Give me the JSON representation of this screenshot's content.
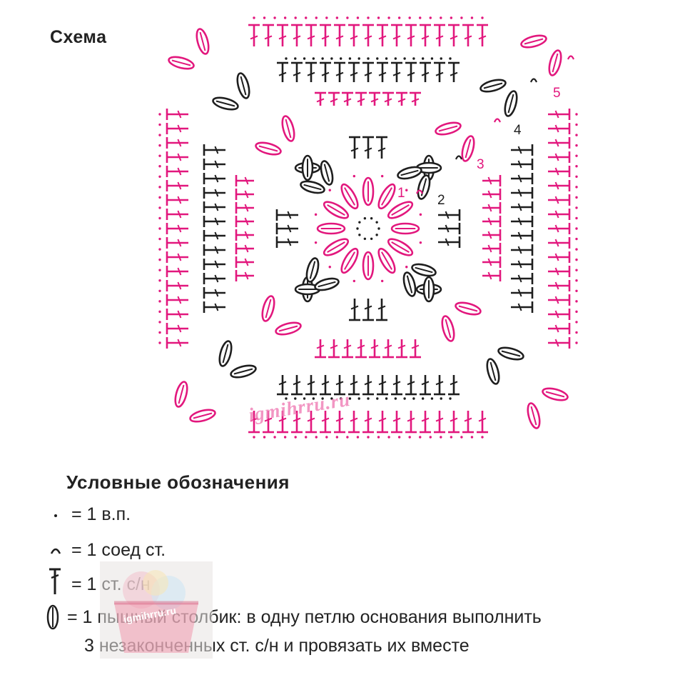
{
  "header": {
    "title": "Схема"
  },
  "diagram": {
    "round_numbers": [
      "1",
      "2",
      "3",
      "4",
      "5"
    ],
    "watermark": "igmihrru.ru",
    "colors": {
      "pink": "#e2177d",
      "black": "#1e1e1e",
      "pink_light": "#f07cb5"
    }
  },
  "legend": {
    "title": "Условные обозначения",
    "items": [
      {
        "symbol": "chain-dot-icon",
        "text": "= 1 в.п."
      },
      {
        "symbol": "slip-stitch-icon",
        "text": "= 1 соед ст."
      },
      {
        "symbol": "double-crochet-icon",
        "text": "= 1 ст. с/н"
      },
      {
        "symbol": "puff-stitch-icon",
        "text": "= 1 пышный столбик: в одну петлю основания выполнить"
      }
    ],
    "continuation": "3 незаконченных ст. с/н и провязать их вместе",
    "stamp_text": "igmihrru.ru"
  }
}
